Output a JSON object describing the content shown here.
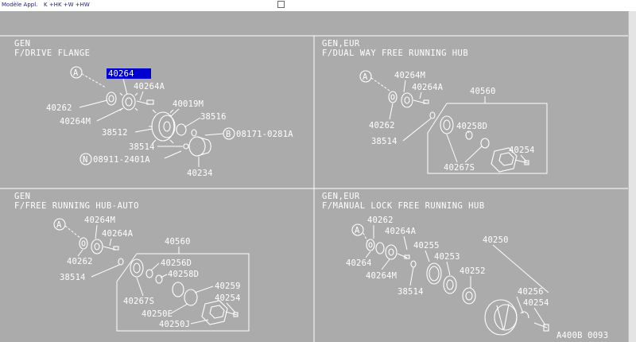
{
  "header": {
    "model_label": "Modèle Appl.",
    "flags": "K +HK +W +HW"
  },
  "panels": [
    {
      "line1": "GEN",
      "line2": "F/DRIVE FLANGE"
    },
    {
      "line1": "GEN,EUR",
      "line2": "F/DUAL WAY FREE RUNNING HUB"
    },
    {
      "line1": "GEN",
      "line2": "F/FREE RUNNING HUB-AUTO"
    },
    {
      "line1": "GEN,EUR",
      "line2": "F/MANUAL LOCK FREE RUNNING HUB"
    }
  ],
  "labels": {
    "p1": {
      "ref_a": "A",
      "n40264": "40264",
      "n40264a": "40264A",
      "n40262": "40262",
      "n40264m": "40264M",
      "n40019m": "40019M",
      "n38516": "38516",
      "n38512": "38512",
      "ref_b": "B",
      "n08171": "08171-0281A",
      "n38514": "38514",
      "ref_n": "N",
      "n08911": "08911-2401A",
      "n40234": "40234"
    },
    "p2": {
      "ref_a": "A",
      "n40264m": "40264M",
      "n40264a": "40264A",
      "n40560": "40560",
      "n40262": "40262",
      "n40258d": "40258D",
      "n38514": "38514",
      "n40254": "40254",
      "n40267s": "40267S"
    },
    "p3": {
      "ref_a": "A",
      "n40264m": "40264M",
      "n40264a": "40264A",
      "n40560": "40560",
      "n40262": "40262",
      "n40256d": "40256D",
      "n38514": "38514",
      "n40258d": "40258D",
      "n40259": "40259",
      "n40267s": "40267S",
      "n40254": "40254",
      "n40250e": "40250E",
      "n40250j": "40250J"
    },
    "p4": {
      "n40262": "40262",
      "ref_a": "A",
      "n40264a": "40264A",
      "n40255": "40255",
      "n40250": "40250",
      "n40264": "40264",
      "n40253": "40253",
      "n40264m": "40264M",
      "n40252": "40252",
      "n38514": "38514",
      "n40256": "40256",
      "n40254": "40254"
    }
  },
  "drawing_code": "A400B 0093",
  "colors": {
    "background": "#ababab",
    "line": "#ffffff",
    "highlight": "#0000d0"
  }
}
